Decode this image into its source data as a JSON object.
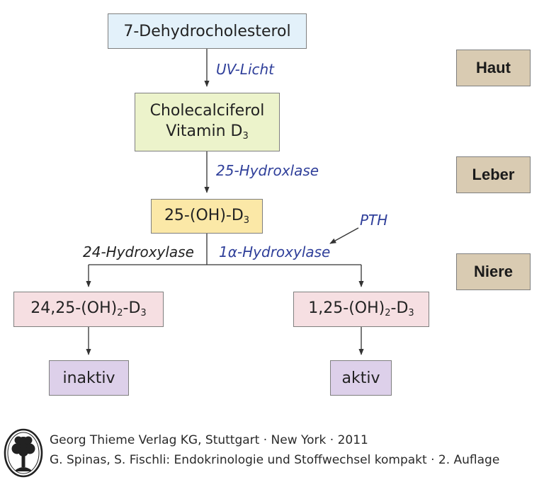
{
  "colors": {
    "enzyme_text": "#2f3f9a",
    "organ_box": "#d9cbb2",
    "precursor_box": "#e3f1fa",
    "vitamin_box": "#ecf3cb",
    "intermediate_box": "#fbe8a7",
    "metabolite_box": "#f6dfe2",
    "activity_box": "#ddd0ea",
    "arrow": "#333333"
  },
  "nodes": {
    "dehydrocholesterol": "7-Dehydrocholesterol",
    "cholecalciferol_line1": "Cholecalciferol",
    "cholecalciferol_line2": "Vitamin D",
    "cholecalciferol_line2_sub": "3",
    "hydroxy_d3": {
      "a": "25-(OH)-D",
      "sub": "3"
    },
    "left_metabolite": {
      "a": "24,25-(OH)",
      "sub1": "2",
      "b": "-D",
      "sub2": "3"
    },
    "right_metabolite": {
      "a": "1,25-(OH)",
      "sub1": "2",
      "b": "-D",
      "sub2": "3"
    },
    "inactive": "inaktiv",
    "active": "aktiv"
  },
  "enzymes": {
    "uv": "UV-Licht",
    "hydroxlase25": "25-Hydroxlase",
    "pth": "PTH",
    "hydroxylase24": "24-Hydroxylase",
    "hydroxylase1a": "1α-Hydroxylase"
  },
  "organs": {
    "skin": "Haut",
    "liver": "Leber",
    "kidney": "Niere"
  },
  "footer": {
    "publisher": "Georg Thieme Verlag KG, Stuttgart · New York · 2011",
    "book": "G. Spinas, S. Fischli: Endokrinologie und Stoffwechsel kompakt · 2. Auflage",
    "logo_icon": "thieme-tree-logo-icon"
  }
}
